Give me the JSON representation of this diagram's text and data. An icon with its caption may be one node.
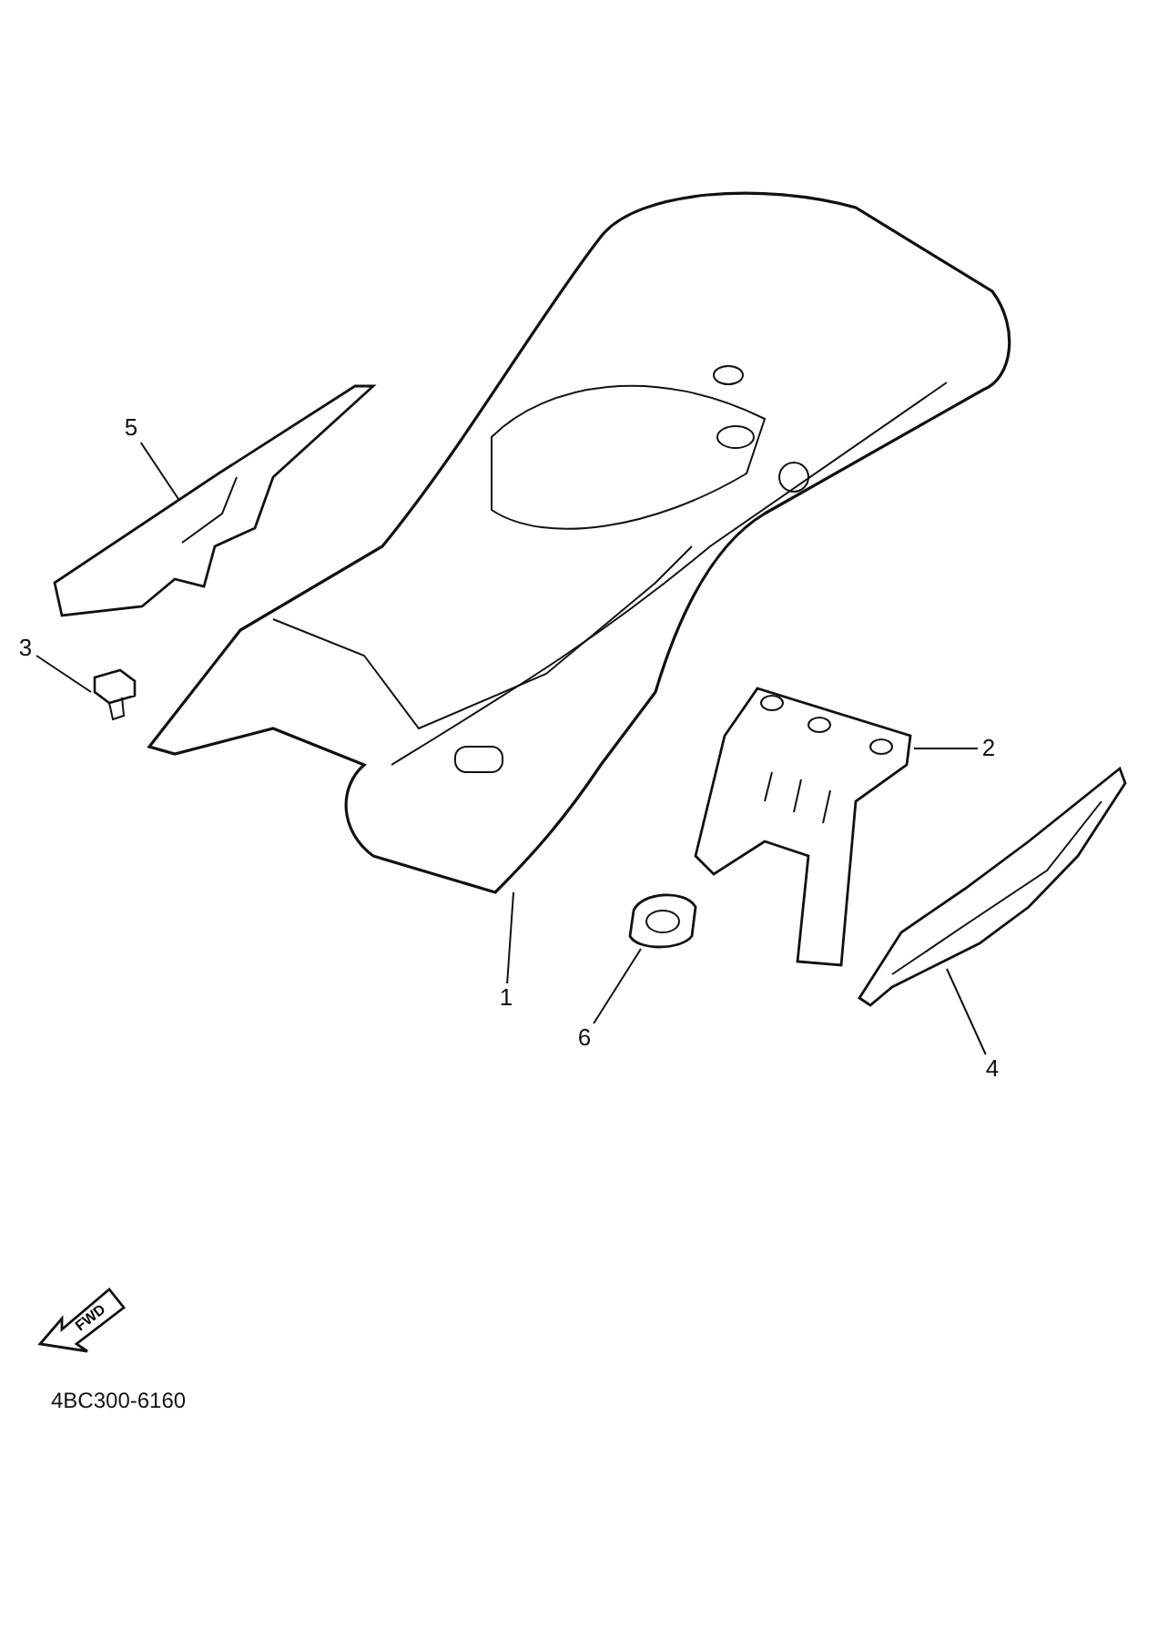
{
  "diagram": {
    "nodes": [
      {
        "text": [
          "5"
        ]
      },
      {
        "text": [
          "3"
        ]
      },
      {
        "text": [
          "2"
        ]
      },
      {
        "text": [
          "1"
        ]
      },
      {
        "text": [
          "6"
        ]
      },
      {
        "text": [
          "4"
        ]
      },
      {
        "text": [],
        "shape": "picture"
      },
      {
        "text": [],
        "shape": "picture"
      },
      {
        "text": [],
        "shape": "picture"
      },
      {
        "text": [],
        "shape": "picture"
      },
      {
        "text": [],
        "shape": "picture"
      },
      {
        "text": [],
        "shape": "picture"
      }
    ],
    "edges": [
      {
        "from": 0,
        "to": 6,
        "arrow": "none"
      },
      {
        "from": 1,
        "to": 7,
        "arrow": "none"
      },
      {
        "from": 2,
        "to": 8,
        "arrow": "none"
      },
      {
        "from": 3,
        "to": 9,
        "arrow": "none"
      },
      {
        "from": 4,
        "to": 10,
        "arrow": "none"
      },
      {
        "from": 5,
        "to": 11,
        "arrow": "none"
      }
    ],
    "labels": [
      "FWD",
      "4BC300-6160"
    ]
  }
}
